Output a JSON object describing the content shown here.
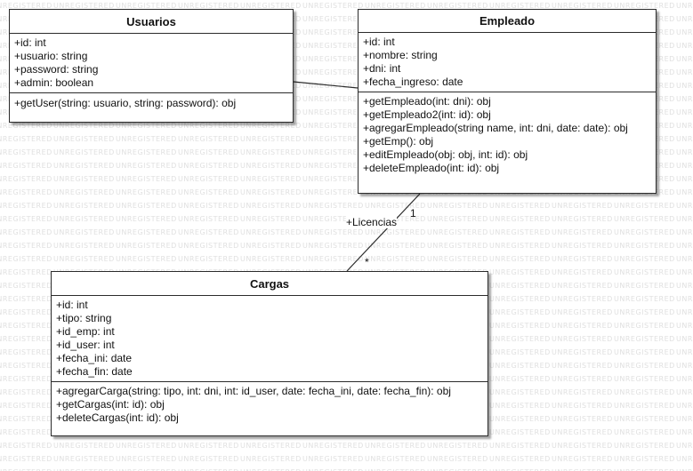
{
  "classes": {
    "usuarios": {
      "name": "Usuarios",
      "attributes": [
        "+id: int",
        "+usuario: string",
        "+password: string",
        "+admin: boolean"
      ],
      "methods": [
        "+getUser(string: usuario, string: password): obj"
      ]
    },
    "empleado": {
      "name": "Empleado",
      "attributes": [
        "+id: int",
        "+nombre: string",
        "+dni: int",
        "+fecha_ingreso: date"
      ],
      "methods": [
        "+getEmpleado(int: dni): obj",
        "+getEmpleado2(int: id): obj",
        "+agregarEmpleado(string name, int: dni, date: date): obj",
        "+getEmp(): obj",
        "+editEmpleado(obj: obj, int: id): obj",
        "+deleteEmpleado(int: id): obj"
      ]
    },
    "cargas": {
      "name": "Cargas",
      "attributes": [
        "+id: int",
        "+tipo: string",
        "+id_emp: int",
        "+id_user: int",
        "+fecha_ini: date",
        "+fecha_fin: date"
      ],
      "methods": [
        "+agregarCarga(string: tipo, int: dni, int: id_user, date: fecha_ini, date: fecha_fin): obj",
        "+getCargas(int: id): obj",
        "+deleteCargas(int: id): obj"
      ]
    }
  },
  "association": {
    "role": "+Licencias",
    "multiplicity_empleado": "1",
    "multiplicity_cargas": "*"
  },
  "watermark_text": "UNREGISTERED",
  "colors": {
    "border": "#2b2b2b",
    "watermark": "#e0e0e0"
  }
}
